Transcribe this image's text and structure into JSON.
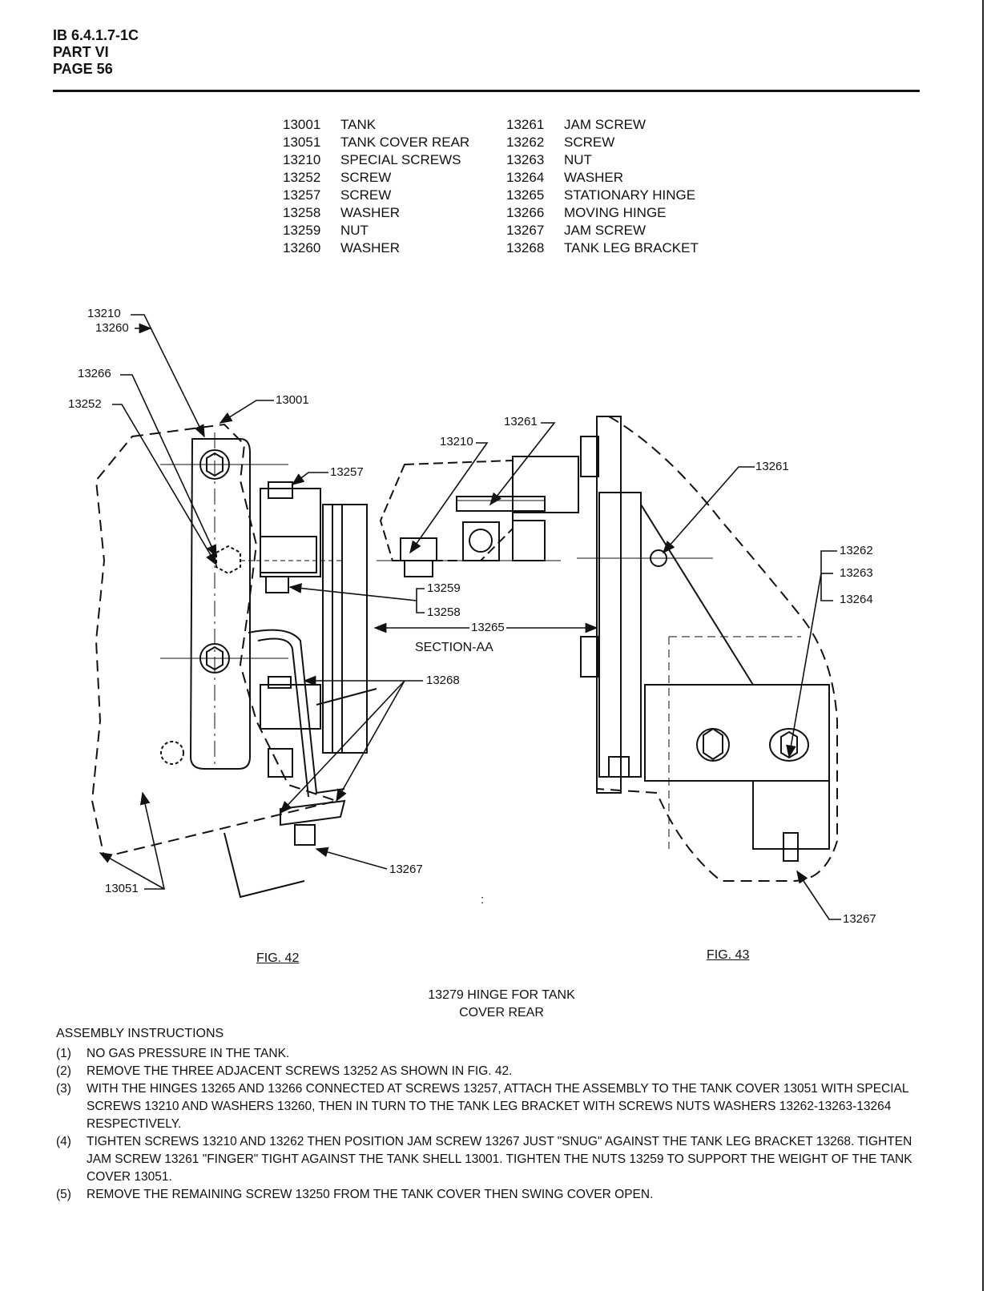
{
  "header": {
    "line1": "IB 6.4.1.7-1C",
    "line2": "PART VI",
    "line3": "PAGE 56"
  },
  "parts_list": {
    "col1": [
      {
        "no": "13001",
        "name": "TANK"
      },
      {
        "no": "13051",
        "name": "TANK COVER REAR"
      },
      {
        "no": "13210",
        "name": "SPECIAL SCREWS"
      },
      {
        "no": "13252",
        "name": "SCREW"
      },
      {
        "no": "13257",
        "name": "SCREW"
      },
      {
        "no": "13258",
        "name": "WASHER"
      },
      {
        "no": "13259",
        "name": "NUT"
      },
      {
        "no": "13260",
        "name": "WASHER"
      }
    ],
    "col2": [
      {
        "no": "13261",
        "name": "JAM SCREW"
      },
      {
        "no": "13262",
        "name": "SCREW"
      },
      {
        "no": "13263",
        "name": "NUT"
      },
      {
        "no": "13264",
        "name": "WASHER"
      },
      {
        "no": "13265",
        "name": "STATIONARY HINGE"
      },
      {
        "no": "13266",
        "name": "MOVING HINGE"
      },
      {
        "no": "13267",
        "name": "JAM SCREW"
      },
      {
        "no": "13268",
        "name": "TANK LEG BRACKET"
      }
    ]
  },
  "callouts": {
    "c13210a": "13210",
    "c13260": "13260",
    "c13266": "13266",
    "c13252": "13252",
    "c13001": "13001",
    "c13257": "13257",
    "c13261a": "13261",
    "c13210b": "13210",
    "c13261b": "13261",
    "c13262": "13262",
    "c13263": "13263",
    "c13264": "13264",
    "c13259": "13259",
    "c13258": "13258",
    "c13265": "13265",
    "section": "SECTION-AA",
    "c13268": "13268",
    "c13267a": "13267",
    "c13051": "13051",
    "c13267b": "13267",
    "colon": ":"
  },
  "figures": {
    "fig42": "FIG. 42",
    "fig43": "FIG. 43"
  },
  "drawing_title": {
    "line1": "13279 HINGE FOR TANK",
    "line2": "COVER REAR"
  },
  "instructions": {
    "heading": "ASSEMBLY INSTRUCTIONS",
    "items": [
      {
        "n": "(1)",
        "text": "NO GAS PRESSURE IN THE TANK."
      },
      {
        "n": "(2)",
        "text": "REMOVE THE THREE ADJACENT SCREWS 13252 AS SHOWN IN FIG. 42."
      },
      {
        "n": "(3)",
        "text": "WITH THE HINGES 13265 AND 13266 CONNECTED AT SCREWS 13257, ATTACH THE ASSEMBLY TO THE TANK COVER 13051 WITH SPECIAL SCREWS 13210 AND WASHERS 13260, THEN IN TURN TO THE TANK LEG BRACKET WITH SCREWS NUTS WASHERS 13262-13263-13264 RESPECTIVELY."
      },
      {
        "n": "(4)",
        "text": "TIGHTEN SCREWS 13210 AND 13262 THEN POSITION JAM SCREW 13267 JUST \"SNUG\" AGAINST THE TANK LEG BRACKET 13268. TIGHTEN JAM SCREW 13261 \"FINGER\" TIGHT AGAINST THE TANK SHELL 13001. TIGHTEN THE NUTS 13259 TO SUPPORT THE WEIGHT OF THE TANK COVER 13051."
      },
      {
        "n": "(5)",
        "text": "REMOVE THE REMAINING SCREW 13250 FROM THE TANK COVER THEN SWING COVER OPEN."
      }
    ]
  }
}
